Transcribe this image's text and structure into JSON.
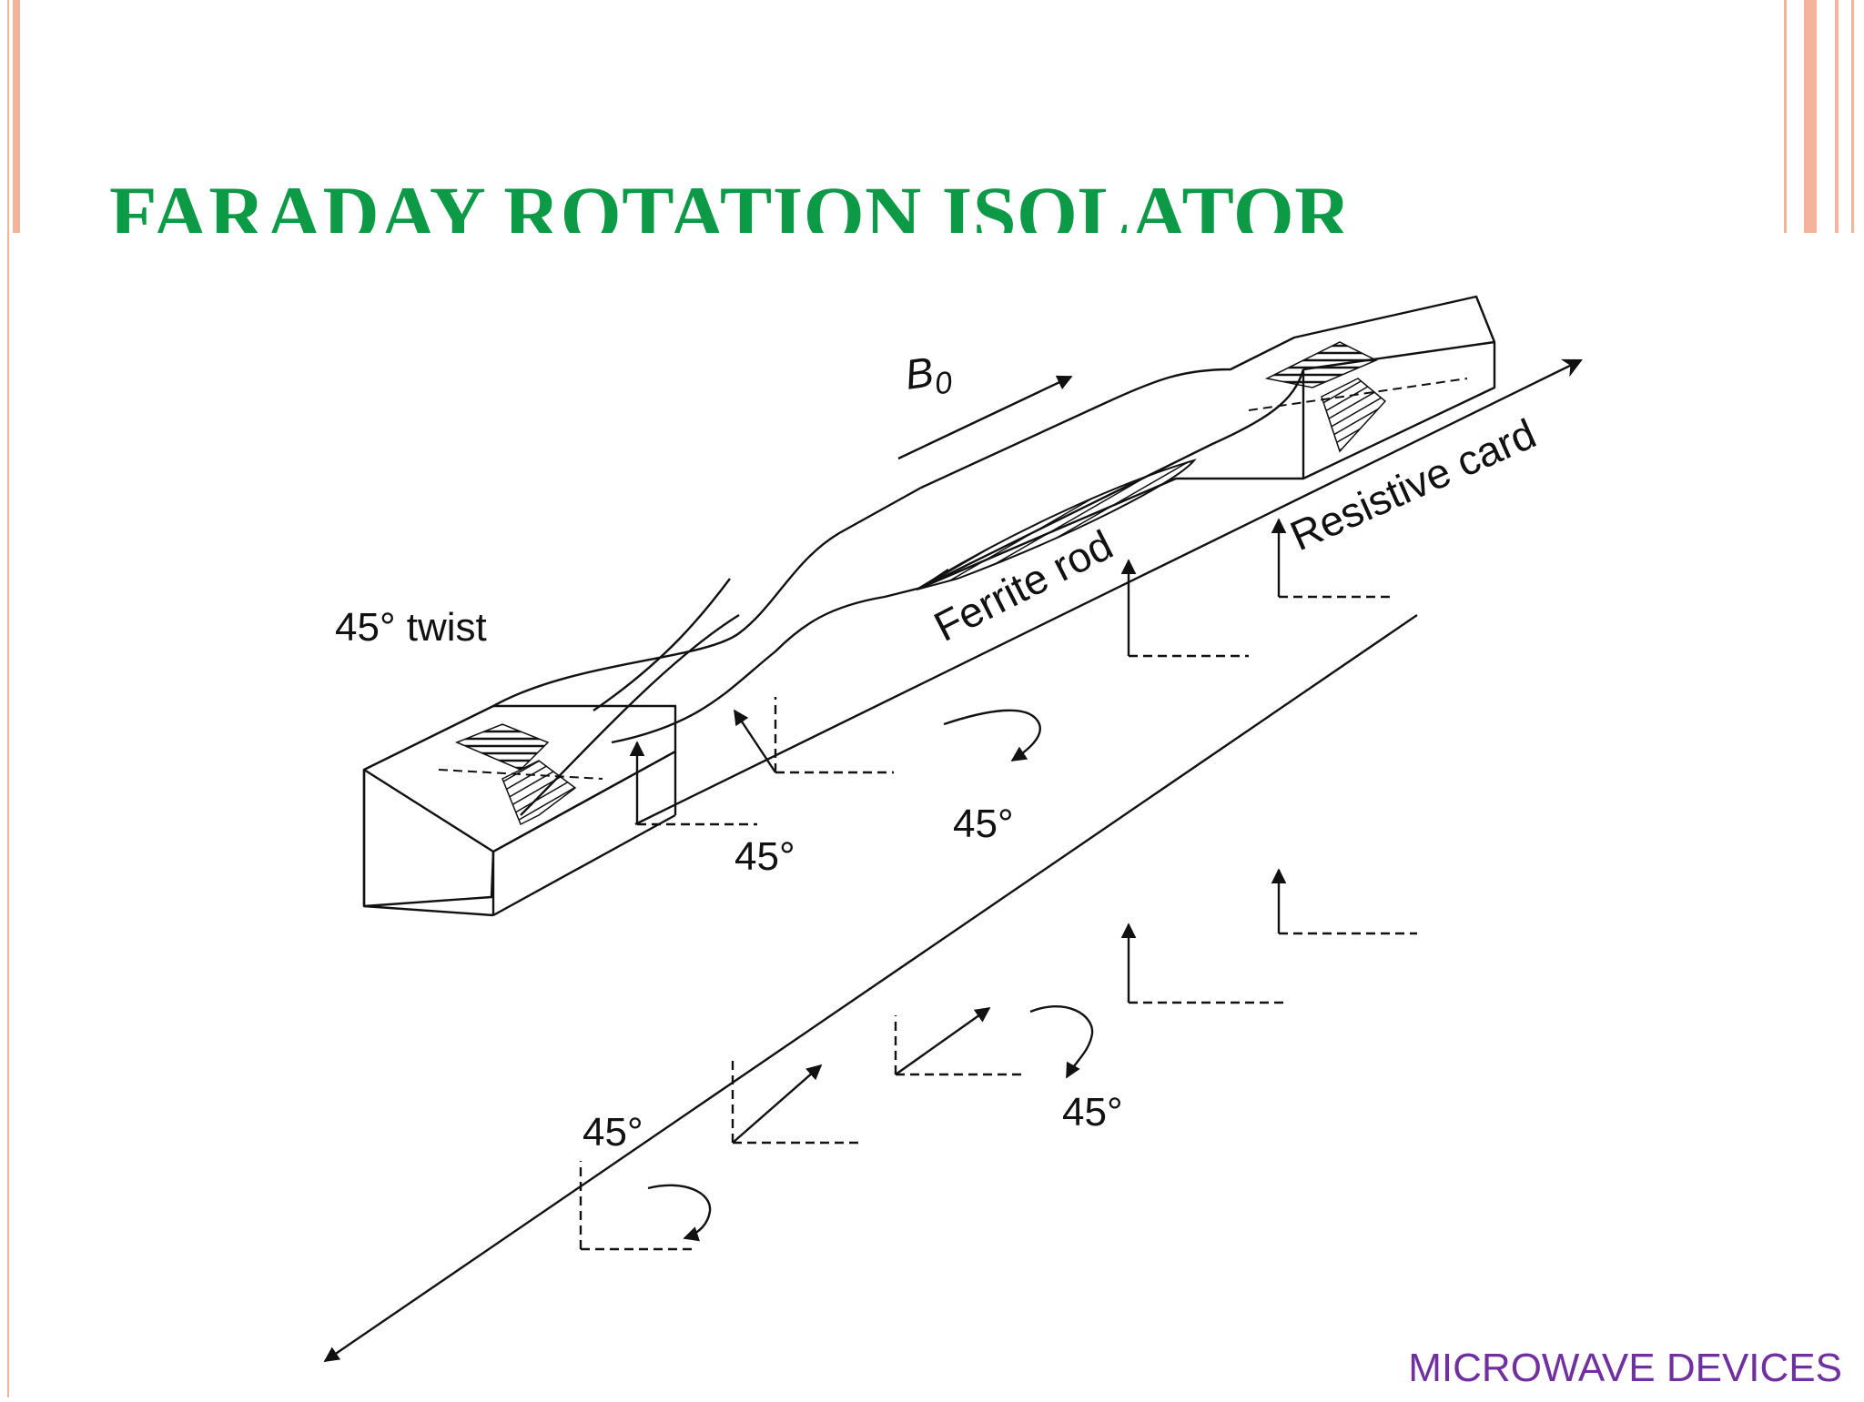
{
  "slide": {
    "title": "FARADAY ROTATION ISOLATOR",
    "footer": "MICROWAVE DEVICES"
  },
  "diagram": {
    "labels": {
      "b0": "B",
      "b0_sub": "0",
      "twist": "45° twist",
      "ferrite_rod": "Ferrite rod",
      "resistive_card": "Resistive card",
      "angle_upper_left": "45°",
      "angle_upper_mid": "45°",
      "angle_lower_left": "45°",
      "angle_lower_mid": "45°"
    }
  },
  "colors": {
    "title": "#0c9a46",
    "footer": "#7030a0",
    "border": "#f4b39b",
    "ink": "#111111"
  }
}
